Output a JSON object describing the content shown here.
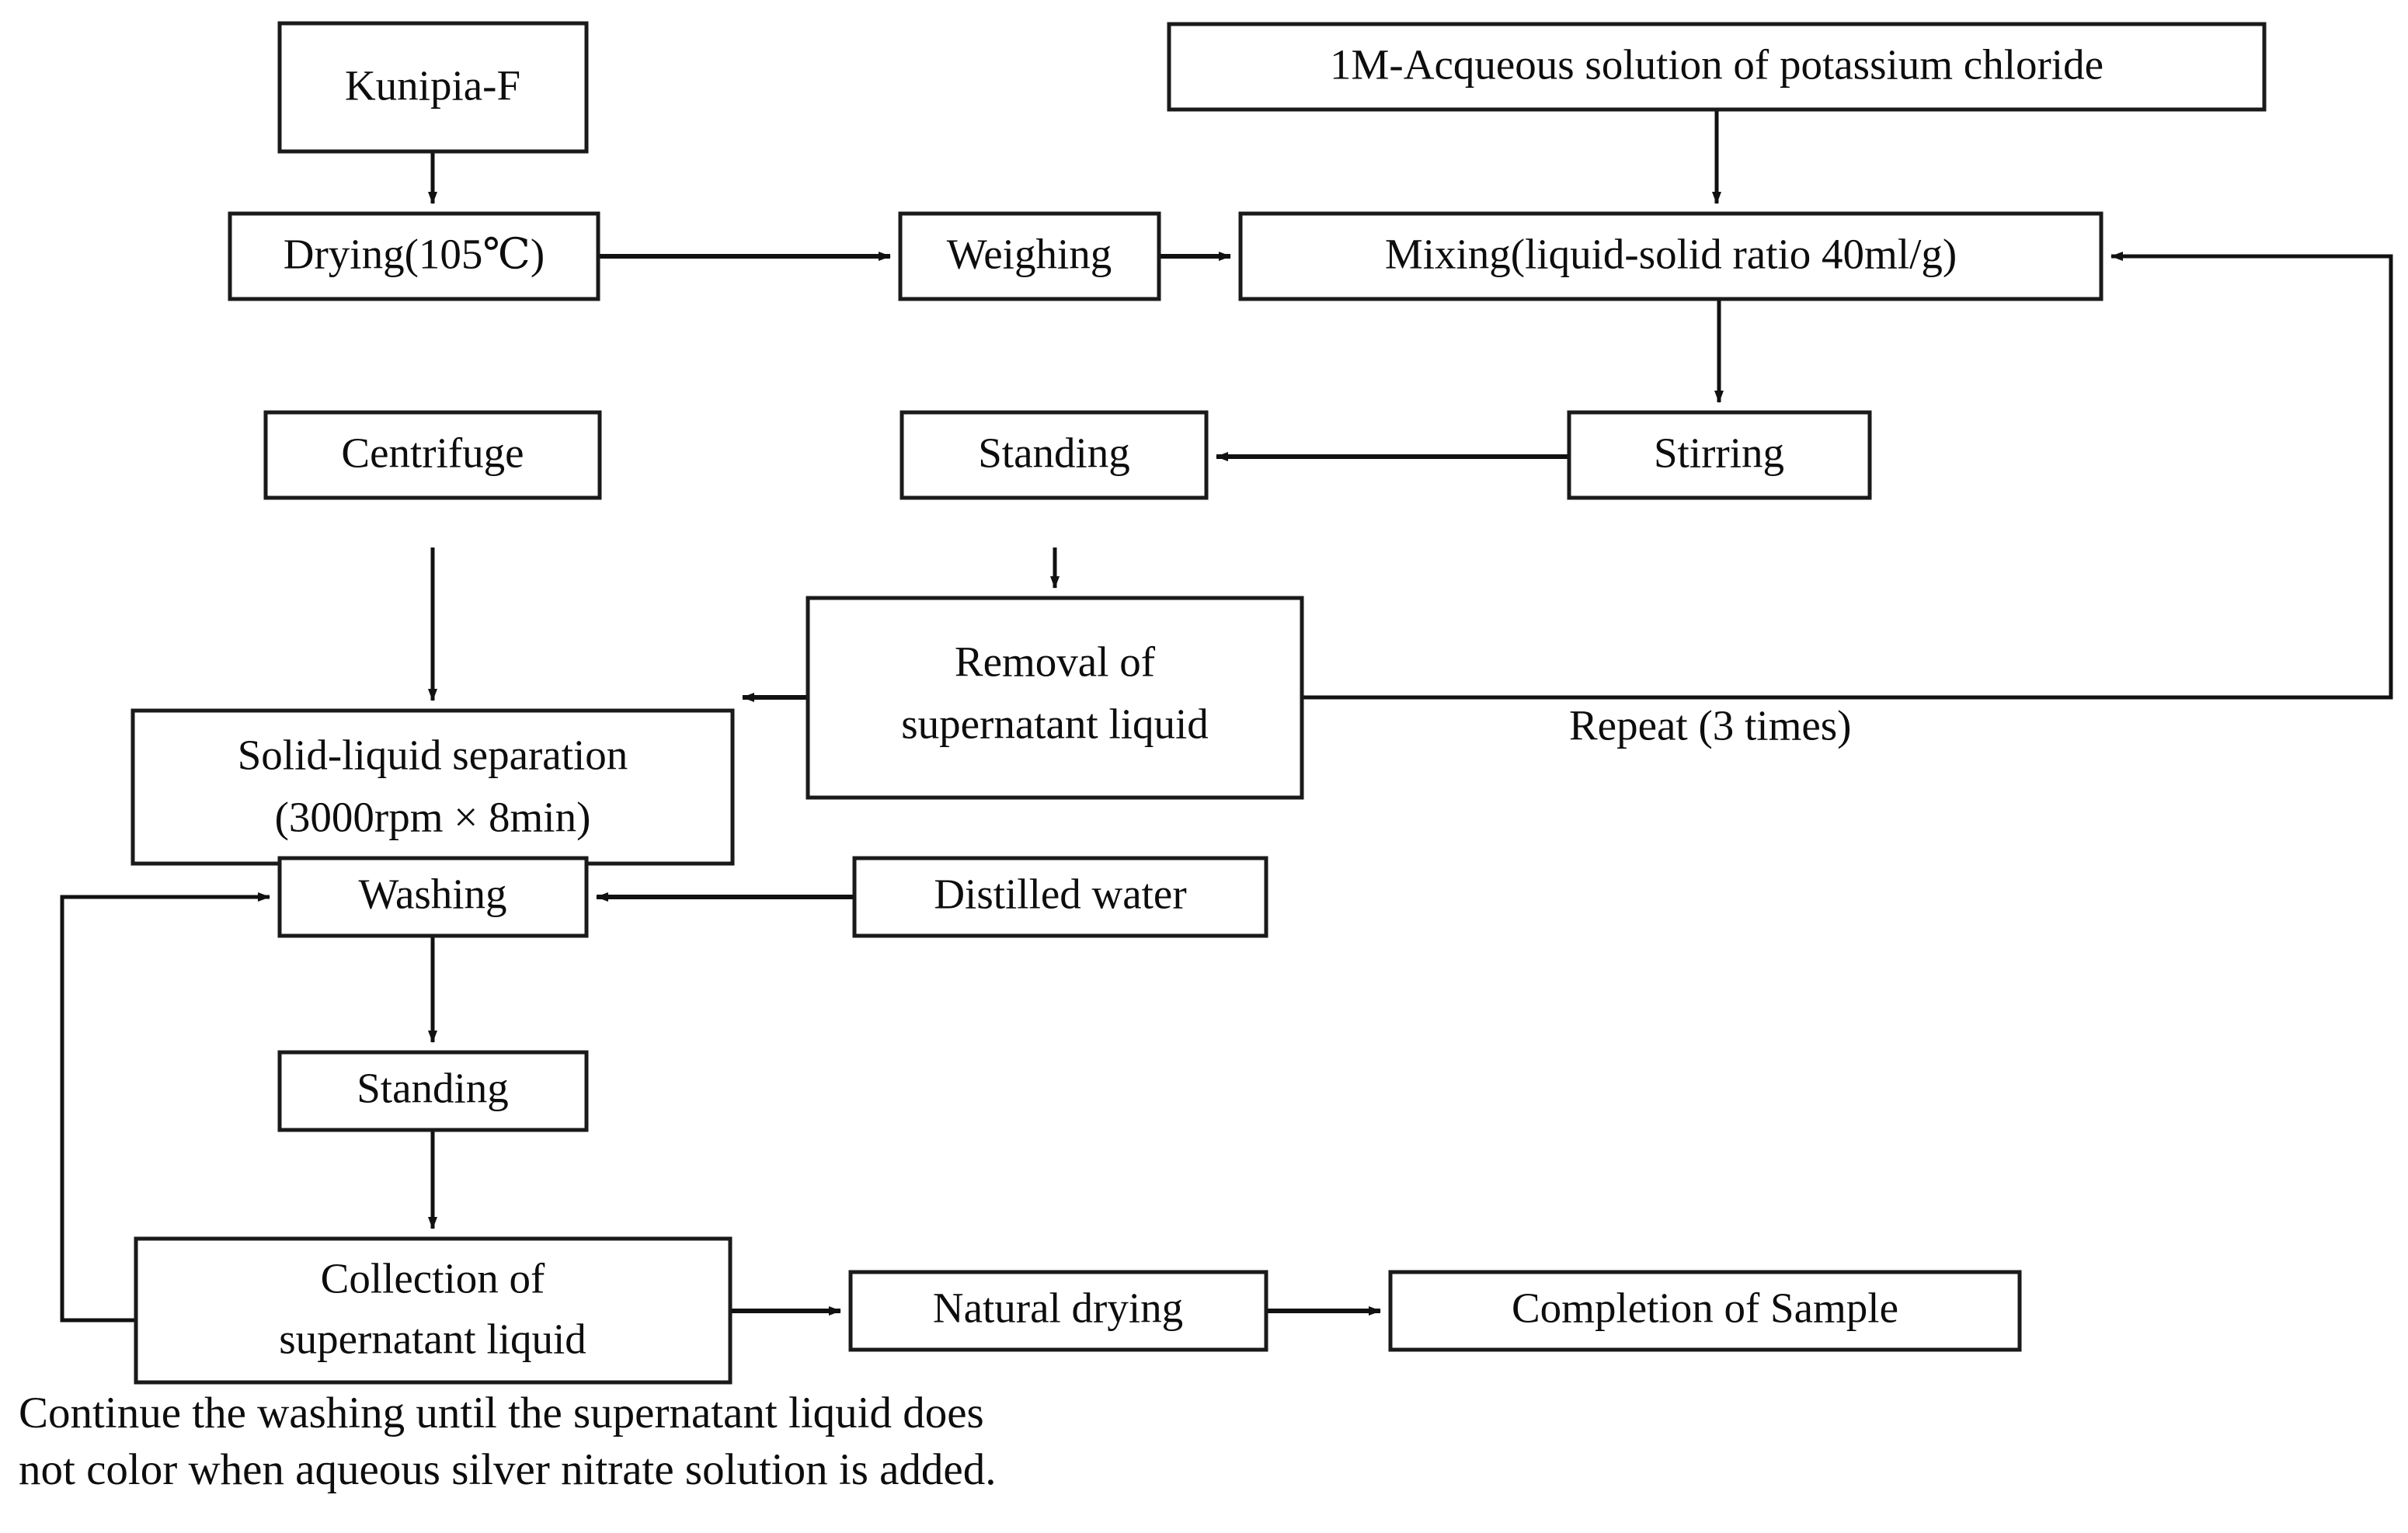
{
  "diagram": {
    "title_visible": false,
    "nodes": {
      "kunipia": "Kunipia-F",
      "kcl": "1M-Acqueous solution of potassium chloride",
      "drying": "Drying(105℃)",
      "weighing": "Weighing",
      "mixing": "Mixing(liquid-solid ratio 40ml/g)",
      "centrifuge": "Centrifuge",
      "standing_upper": "Standing",
      "stirring": "Stirring",
      "solid_liquid_line1": "Solid-liquid separation",
      "solid_liquid_line2": "(3000rpm × 8min)",
      "removal_line1": "Removal of",
      "removal_line2": "supernatant liquid",
      "washing": "Washing",
      "distilled_water": "Distilled water",
      "standing_lower": "Standing",
      "collection_line1": "Collection of",
      "collection_line2": "supernatant liquid",
      "natural_drying": "Natural drying",
      "completion": "Completion of Sample"
    },
    "labels": {
      "repeat": "Repeat (3 times)"
    },
    "caption": "Continue the washing until the supernatant liquid does\nnot color when aqueous silver nitrate solution is added.",
    "colors": {
      "box_stroke": "#1a1a1a",
      "box_fill": "#ffffff",
      "text": "#0d0d0d",
      "edge": "#111111",
      "background": "#ffffff"
    }
  }
}
